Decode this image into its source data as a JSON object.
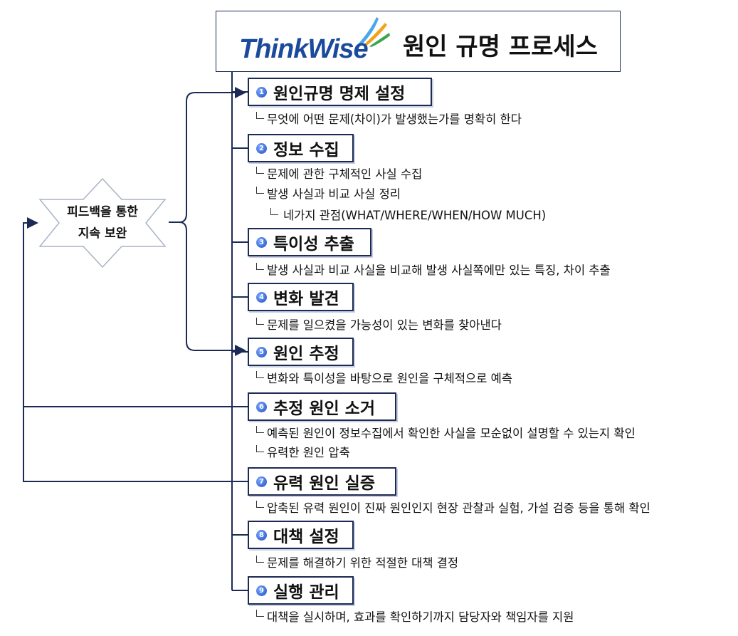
{
  "header": {
    "logo": "ThinkWise",
    "title": "원인 규명 프로세스"
  },
  "feedback": {
    "line1": "피드백을 통한",
    "line2": "지속 보완"
  },
  "colors": {
    "line": "#1c2a55",
    "logo": "#1b4a9c",
    "badge": "#1f4fc4"
  },
  "steps": [
    {
      "num": "1",
      "label": "원인규명 명제 설정",
      "subs": [
        "무엇에 어떤 문제(차이)가 발생했는가를 명확히 한다"
      ]
    },
    {
      "num": "2",
      "label": "정보 수집",
      "subs": [
        "문제에 관한 구체적인 사실 수집",
        "발생 사실과 비교 사실 정리"
      ],
      "subsub": "네가지 관점(WHAT/WHERE/WHEN/HOW MUCH)"
    },
    {
      "num": "3",
      "label": "특이성 추출",
      "subs": [
        "발생 사실과 비교 사실을 비교해 발생 사실쪽에만 있는 특징, 차이 추출"
      ]
    },
    {
      "num": "4",
      "label": "변화 발견",
      "subs": [
        "문제를 일으켰을 가능성이 있는 변화를 찾아낸다"
      ]
    },
    {
      "num": "5",
      "label": "원인 추정",
      "subs": [
        "변화와 특이성을 바탕으로 원인을 구체적으로 예측"
      ]
    },
    {
      "num": "6",
      "label": "추정 원인 소거",
      "subs": [
        "예측된 원인이 정보수집에서 확인한 사실을 모순없이 설명할 수 있는지 확인",
        "유력한 원인 압축"
      ]
    },
    {
      "num": "7",
      "label": "유력 원인 실증",
      "subs": [
        "압축된 유력 원인이 진짜 원인인지 현장 관찰과 실험, 가설 검증 등을 통해 확인"
      ]
    },
    {
      "num": "8",
      "label": "대책 설정",
      "subs": [
        "문제를 해결하기 위한 적절한 대책 결정"
      ]
    },
    {
      "num": "9",
      "label": "실행 관리",
      "subs": [
        "대책을 실시하며, 효과를 확인하기까지 담당자와 책임자를 지원"
      ]
    }
  ]
}
